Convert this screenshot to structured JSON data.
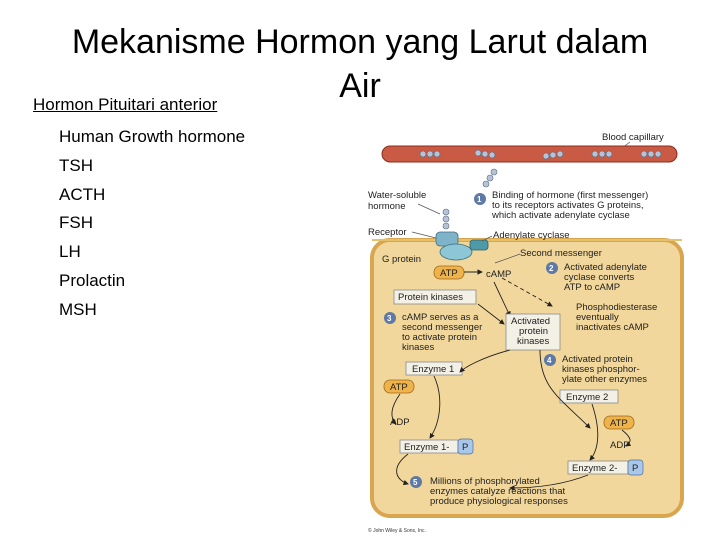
{
  "slide": {
    "title_line1": "Mekanisme Hormon yang Larut dalam",
    "title_line2": "Air",
    "subheading": "Hormon Pituitari anterior",
    "hormones": [
      "Human Growth hormone",
      "TSH",
      "ACTH",
      "FSH",
      "LH",
      "Prolactin",
      "MSH"
    ]
  },
  "diagram": {
    "blood_capillary": "Blood capillary",
    "water_soluble_1": "Water-soluble",
    "water_soluble_2": "hormone",
    "receptor": "Receptor",
    "g_protein": "G protein",
    "step1_num": "1",
    "step1_a": "Binding of hormone (first messenger)",
    "step1_b": "to its receptors activates G proteins,",
    "step1_c": "which activate adenylate cyclase",
    "adenylate_cyclase": "Adenylate cyclase",
    "second_messenger": "Second messenger",
    "atp": "ATP",
    "camp": "cAMP",
    "step2_num": "2",
    "step2_a": "Activated adenylate",
    "step2_b": "cyclase converts",
    "step2_c": "ATP to cAMP",
    "protein_kinases": "Protein kinases",
    "phospho_a": "Phosphodiesterase",
    "phospho_b": "eventually",
    "phospho_c": "inactivates cAMP",
    "step3_num": "3",
    "step3_a": "cAMP serves as a",
    "step3_b": "second messenger",
    "step3_c": "to activate protein",
    "step3_d": "kinases",
    "activated_pk_a": "Activated",
    "activated_pk_b": "protein",
    "activated_pk_c": "kinases",
    "step4_num": "4",
    "step4_a": "Activated protein",
    "step4_b": "kinases phosphor-",
    "step4_c": "ylate other enzymes",
    "enzyme1": "Enzyme 1",
    "enzyme2": "Enzyme 2",
    "adp": "ADP",
    "enzyme1p": "Enzyme 1-",
    "enzyme2p": "Enzyme 2-",
    "p": "P",
    "step5_num": "5",
    "step5_a": "Millions of phosphorylated",
    "step5_b": "enzymes catalyze reactions that",
    "step5_c": "produce physiological responses",
    "copyright": "© John Wiley & Sons, Inc."
  }
}
